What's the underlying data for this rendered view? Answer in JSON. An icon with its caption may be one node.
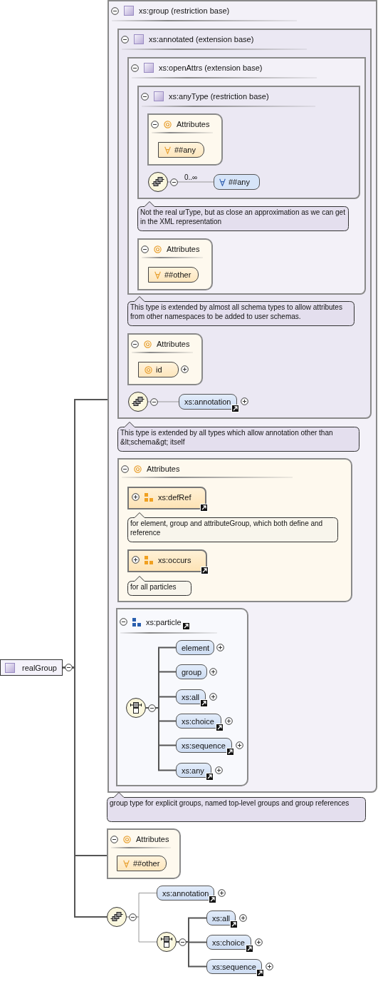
{
  "diagram": {
    "nodes": [
      {
        "text": [
          "realGroup"
        ]
      },
      {
        "text": [
          "xs:group (restriction base)"
        ]
      },
      {
        "text": [
          "xs:annotated (extension base)"
        ],
        "in": 1
      },
      {
        "text": [
          "xs:openAttrs (extension base)"
        ],
        "in": 2
      },
      {
        "text": [
          "xs:anyType (restriction base)"
        ],
        "in": 3
      },
      {
        "text": [
          "Attributes"
        ],
        "in": 4
      },
      {
        "text": [
          "##any"
        ],
        "in": 5
      },
      {
        "text": [],
        "shape": "circle",
        "in": 4
      },
      {
        "text": [
          "##any"
        ],
        "in": 4
      },
      {
        "text": [
          "Not the real urType, but as close an approximation as we can get in the XML representation"
        ],
        "in": 3
      },
      {
        "text": [
          "Attributes"
        ],
        "in": 3
      },
      {
        "text": [
          "##other"
        ],
        "in": 10
      },
      {
        "text": [
          "This type is extended by almost all schema types to allow attributes from other namespaces to be added to user schemas."
        ],
        "in": 2
      },
      {
        "text": [
          "Attributes"
        ],
        "in": 2
      },
      {
        "text": [
          "id"
        ],
        "in": 13
      },
      {
        "text": [],
        "shape": "circle",
        "in": 2
      },
      {
        "text": [
          "xs:annotation"
        ],
        "in": 2
      },
      {
        "text": [
          "This type is extended by all types which allow annotation other than &lt;schema&gt; itself"
        ],
        "in": 1
      },
      {
        "text": [
          "Attributes"
        ],
        "in": 1
      },
      {
        "text": [
          "xs:defRef"
        ],
        "in": 18
      },
      {
        "text": [
          "for element, group and attributeGroup, which both define and reference"
        ],
        "in": 18
      },
      {
        "text": [
          "xs:occurs"
        ],
        "in": 18
      },
      {
        "text": [
          "for all particles"
        ],
        "in": 18
      },
      {
        "text": [
          "xs:particle"
        ],
        "in": 1
      },
      {
        "text": [],
        "shape": "circle",
        "in": 23
      },
      {
        "text": [
          "element"
        ],
        "in": 23
      },
      {
        "text": [
          "group"
        ],
        "in": 23
      },
      {
        "text": [
          "xs:all"
        ],
        "in": 23
      },
      {
        "text": [
          "xs:choice"
        ],
        "in": 23
      },
      {
        "text": [
          "xs:sequence"
        ],
        "in": 23
      },
      {
        "text": [
          "xs:any"
        ],
        "in": 23
      },
      {
        "text": [
          "group type for explicit groups, named top-level groups and group references"
        ]
      },
      {
        "text": [
          "Attributes"
        ]
      },
      {
        "text": [
          "##other"
        ],
        "in": 32
      },
      {
        "text": [],
        "shape": "circle"
      },
      {
        "text": [
          "xs:annotation"
        ]
      },
      {
        "text": [],
        "shape": "circle"
      },
      {
        "text": [
          "xs:all"
        ]
      },
      {
        "text": [
          "xs:choice"
        ]
      },
      {
        "text": [
          "xs:sequence"
        ]
      }
    ],
    "edges": [
      {
        "from": 0,
        "to": 1,
        "arrow": "none"
      },
      {
        "from": 0,
        "to": 32,
        "arrow": "none"
      },
      {
        "from": 0,
        "to": 34,
        "arrow": "none"
      },
      {
        "from": 7,
        "to": 8,
        "arrow": "none",
        "label": "0..∞",
        "color": "#999999"
      },
      {
        "from": 15,
        "to": 16,
        "arrow": "none",
        "color": "#999999"
      },
      {
        "from": 24,
        "to": 25,
        "arrow": "none"
      },
      {
        "from": 24,
        "to": 26,
        "arrow": "none"
      },
      {
        "from": 24,
        "to": 27,
        "arrow": "none"
      },
      {
        "from": 24,
        "to": 28,
        "arrow": "none"
      },
      {
        "from": 24,
        "to": 29,
        "arrow": "none"
      },
      {
        "from": 24,
        "to": 30,
        "arrow": "none"
      },
      {
        "from": 34,
        "to": 35,
        "arrow": "none",
        "color": "#999999"
      },
      {
        "from": 34,
        "to": 36,
        "arrow": "none",
        "color": "#999999"
      },
      {
        "from": 36,
        "to": 37,
        "arrow": "none"
      },
      {
        "from": 36,
        "to": 38,
        "arrow": "none"
      },
      {
        "from": 36,
        "to": 39,
        "arrow": "none"
      }
    ]
  }
}
